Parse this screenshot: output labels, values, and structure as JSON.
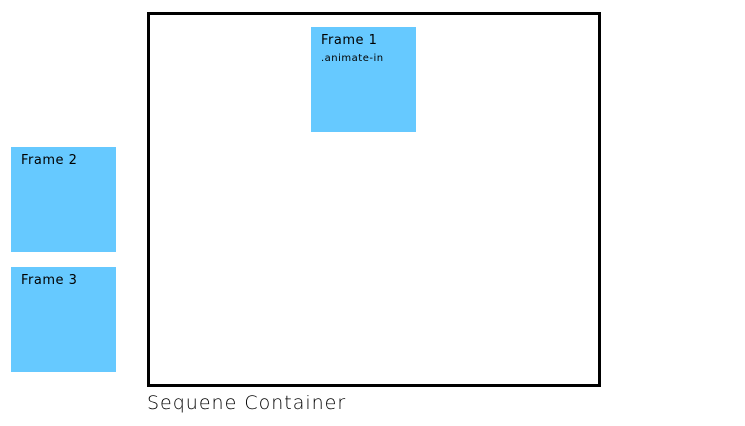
{
  "container": {
    "label": "Sequene Container",
    "border_color": "#000000"
  },
  "frames": [
    {
      "title": "Frame 1",
      "class_label": ".animate-in"
    },
    {
      "title": "Frame 2"
    },
    {
      "title": "Frame 3"
    }
  ],
  "colors": {
    "frame_fill": "#66c9ff",
    "background": "#ffffff"
  }
}
